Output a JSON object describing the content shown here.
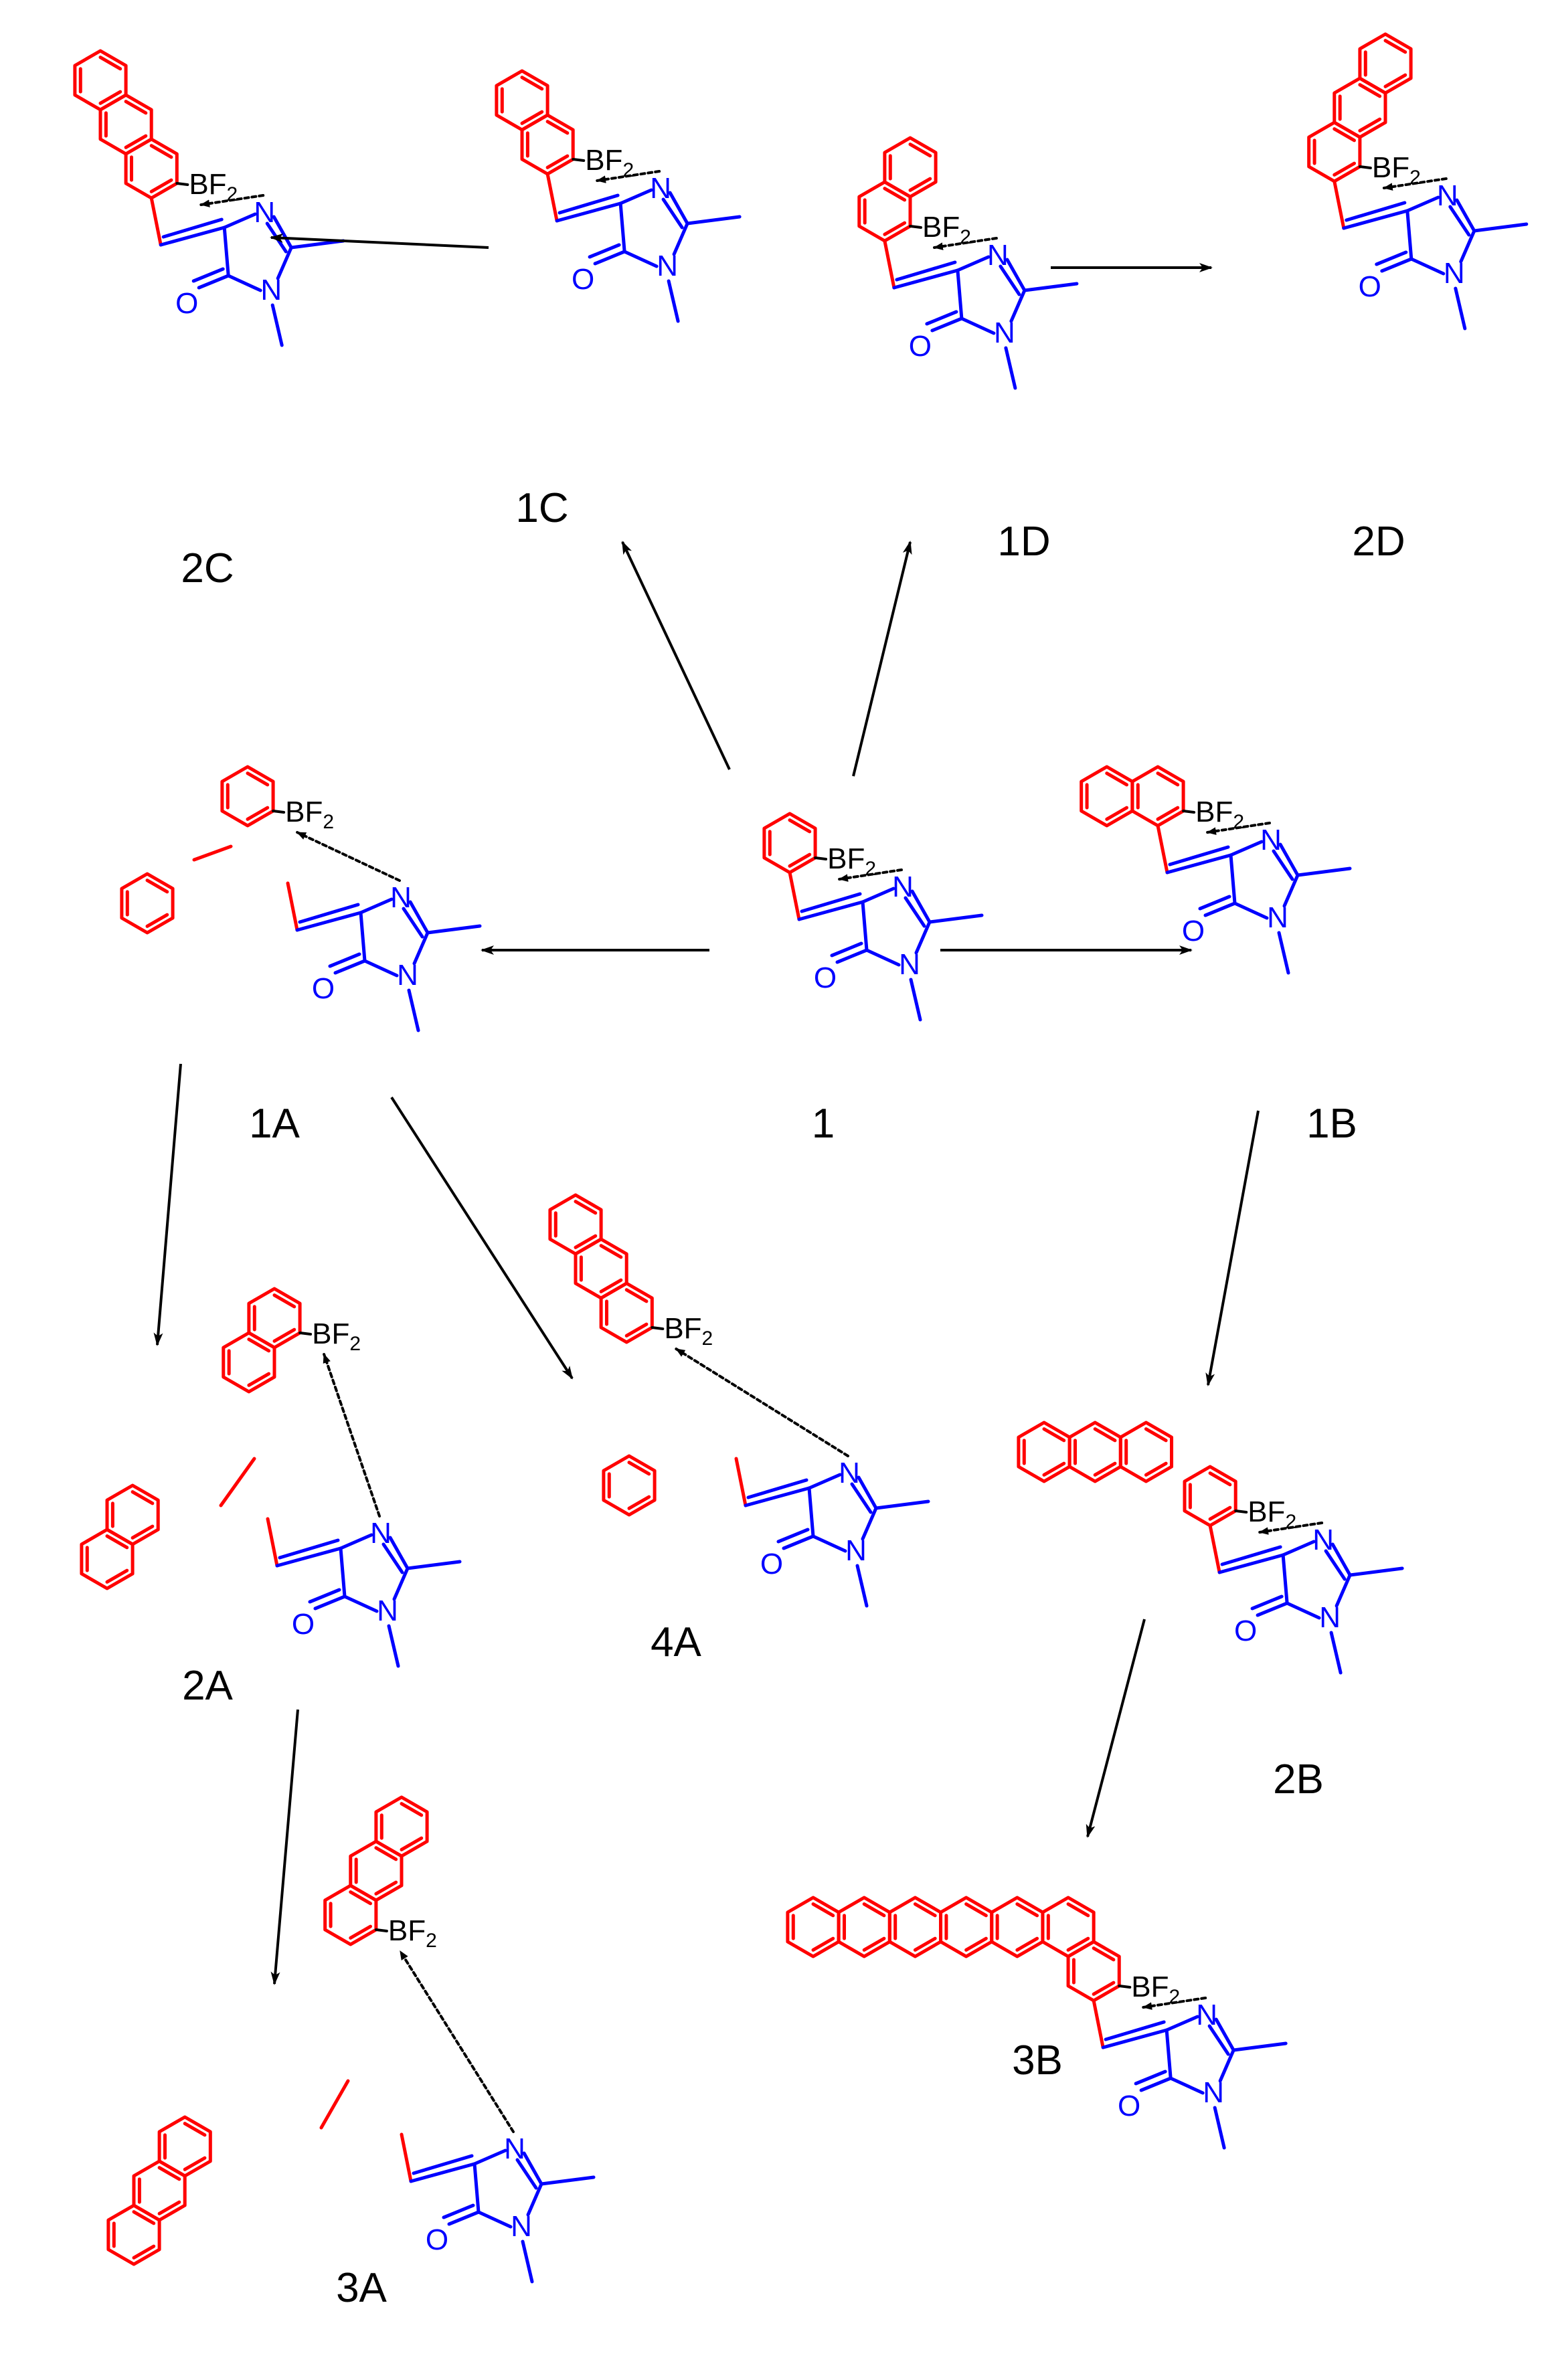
{
  "atoms": {
    "boron": "BF",
    "boron_sub": "2",
    "nitrogen": "N",
    "oxygen": "O"
  },
  "colors": {
    "aromatic": "#ff0000",
    "imidazolone": "#0000ff",
    "boron_arrows": "#000000"
  },
  "compounds": [
    {
      "id": "c1",
      "label": "1"
    },
    {
      "id": "c1A",
      "label": "1A"
    },
    {
      "id": "c1B",
      "label": "1B"
    },
    {
      "id": "c1C",
      "label": "1C"
    },
    {
      "id": "c1D",
      "label": "1D"
    },
    {
      "id": "c2A",
      "label": "2A"
    },
    {
      "id": "c2B",
      "label": "2B"
    },
    {
      "id": "c2C",
      "label": "2C"
    },
    {
      "id": "c2D",
      "label": "2D"
    },
    {
      "id": "c3A",
      "label": "3A"
    },
    {
      "id": "c3B",
      "label": "3B"
    },
    {
      "id": "c4A",
      "label": "4A"
    }
  ],
  "arrows": [
    {
      "from": "1",
      "to": "1A"
    },
    {
      "from": "1",
      "to": "1B"
    },
    {
      "from": "1",
      "to": "1C"
    },
    {
      "from": "1",
      "to": "1D"
    },
    {
      "from": "1C",
      "to": "2C"
    },
    {
      "from": "1D",
      "to": "2D"
    },
    {
      "from": "1A",
      "to": "2A"
    },
    {
      "from": "1A",
      "to": "4A"
    },
    {
      "from": "1B",
      "to": "2B"
    },
    {
      "from": "2A",
      "to": "3A"
    },
    {
      "from": "2B",
      "to": "3B"
    }
  ]
}
